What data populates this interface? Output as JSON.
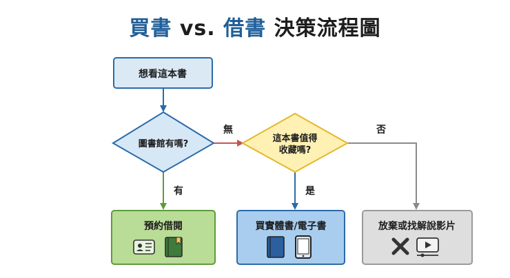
{
  "title": {
    "part1": "買書",
    "part2": " vs. ",
    "part3": "借書",
    "part4": " 決策流程圖"
  },
  "nodes": {
    "start": "想看這本書",
    "library_question": "圖書館有嗎?",
    "worth_question_line1": "這本書值得",
    "worth_question_line2": "收藏嗎?",
    "borrow": "預約借閱",
    "buy": "買實體書/電子書",
    "give_up": "放棄或找解說影片"
  },
  "edges": {
    "no_library": "無",
    "yes_library": "有",
    "yes_worth": "是",
    "no_worth": "否"
  },
  "icons": [
    "library-card-icon",
    "book-icon",
    "book-icon",
    "tablet-icon",
    "x-icon",
    "video-player-icon"
  ],
  "colors": {
    "title_accent": "#1f5f98",
    "start_fill": "#dbe9f5",
    "start_stroke": "#2a6aa8",
    "decision_blue_fill": "#d6e7f6",
    "decision_blue_stroke": "#2a6aa8",
    "decision_yellow_fill": "#fff0b3",
    "decision_yellow_stroke": "#e3b82b",
    "borrow_fill": "#b9dc97",
    "borrow_stroke": "#5e9b3a",
    "buy_fill": "#a9cdee",
    "buy_stroke": "#2a6aa8",
    "giveup_fill": "#dedede",
    "giveup_stroke": "#9a9a9a",
    "arrow_blue": "#2a6aa8",
    "arrow_green": "#5e9b3a",
    "arrow_red": "#c9534f",
    "arrow_gray": "#8a8a8a"
  }
}
